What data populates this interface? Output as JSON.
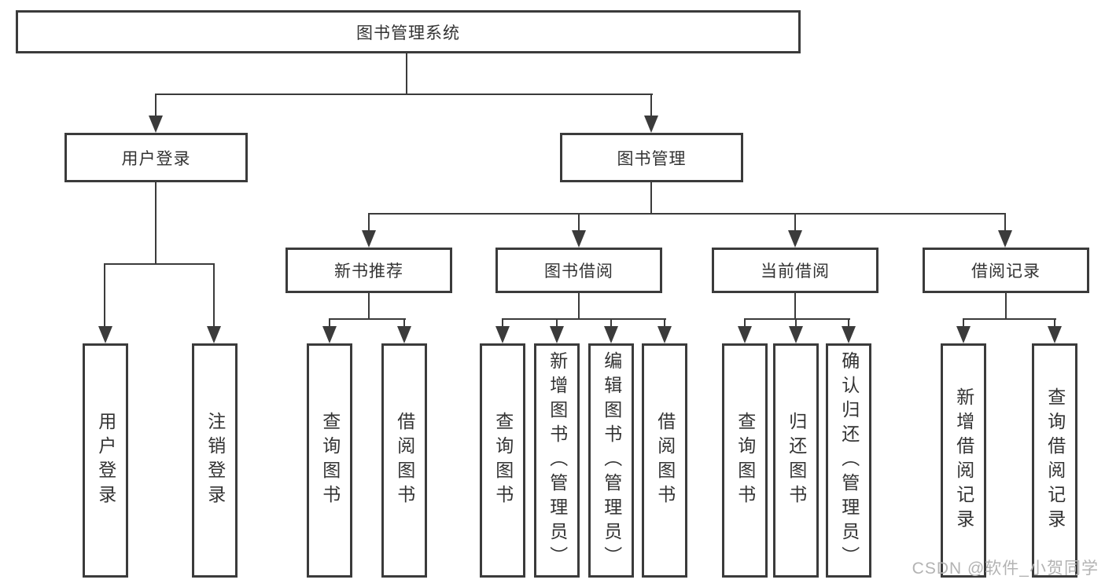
{
  "title": "图书管理系统",
  "nodes": {
    "root": "图书管理系统",
    "user_login": "用户登录",
    "book_mgmt": "图书管理",
    "new_book": "新书推荐",
    "book_borrow": "图书借阅",
    "current_borrow": "当前借阅",
    "borrow_record": "借阅记录"
  },
  "leaves": {
    "user_login": [
      "用户登录",
      "注销登录"
    ],
    "new_book": [
      "查询图书",
      "借阅图书"
    ],
    "book_borrow": [
      "查询图书",
      "新增图书（管理员）",
      "编辑图书（管理员）",
      "借阅图书"
    ],
    "current_borrow": [
      "查询图书",
      "归还图书",
      "确认归还（管理员）"
    ],
    "borrow_record": [
      "新增借阅记录",
      "查询借阅记录"
    ]
  },
  "watermark": "CSDN @软件_小贺同学",
  "colors": {
    "line": "#3b3b3b",
    "text": "#333333",
    "watermark": "#b3b3b3",
    "background": "#ffffff"
  }
}
